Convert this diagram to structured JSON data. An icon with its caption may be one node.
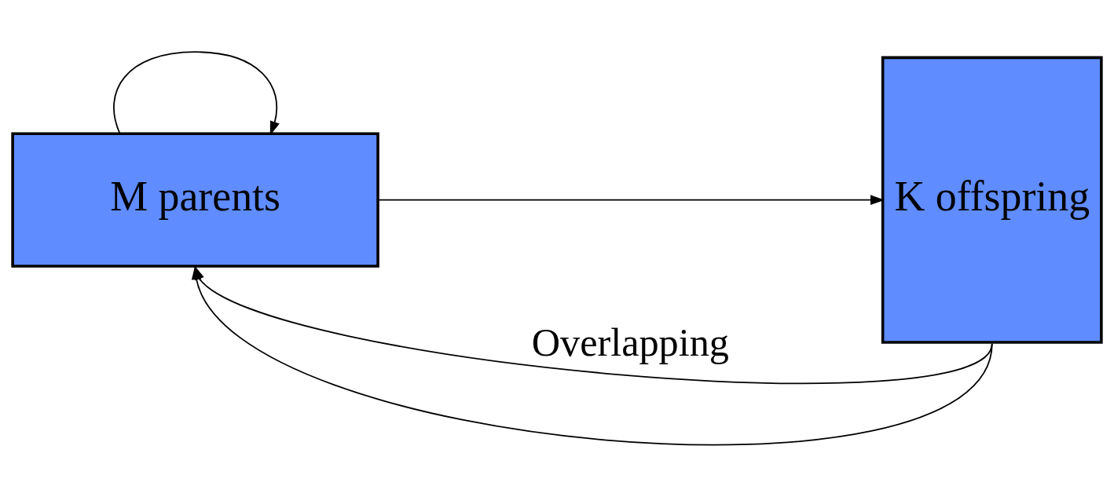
{
  "diagram": {
    "nodes": [
      {
        "text": [
          "M parents"
        ]
      },
      {
        "text": [
          "K offspring"
        ]
      }
    ],
    "edges": [
      {
        "from": 0,
        "to": 1,
        "arrow": "to"
      },
      {
        "from": 0,
        "to": 0,
        "arrow": "to"
      },
      {
        "from": 1,
        "to": 0,
        "arrow": "to",
        "label": "Overlapping"
      },
      {
        "from": 1,
        "to": 0,
        "arrow": "to"
      }
    ]
  }
}
